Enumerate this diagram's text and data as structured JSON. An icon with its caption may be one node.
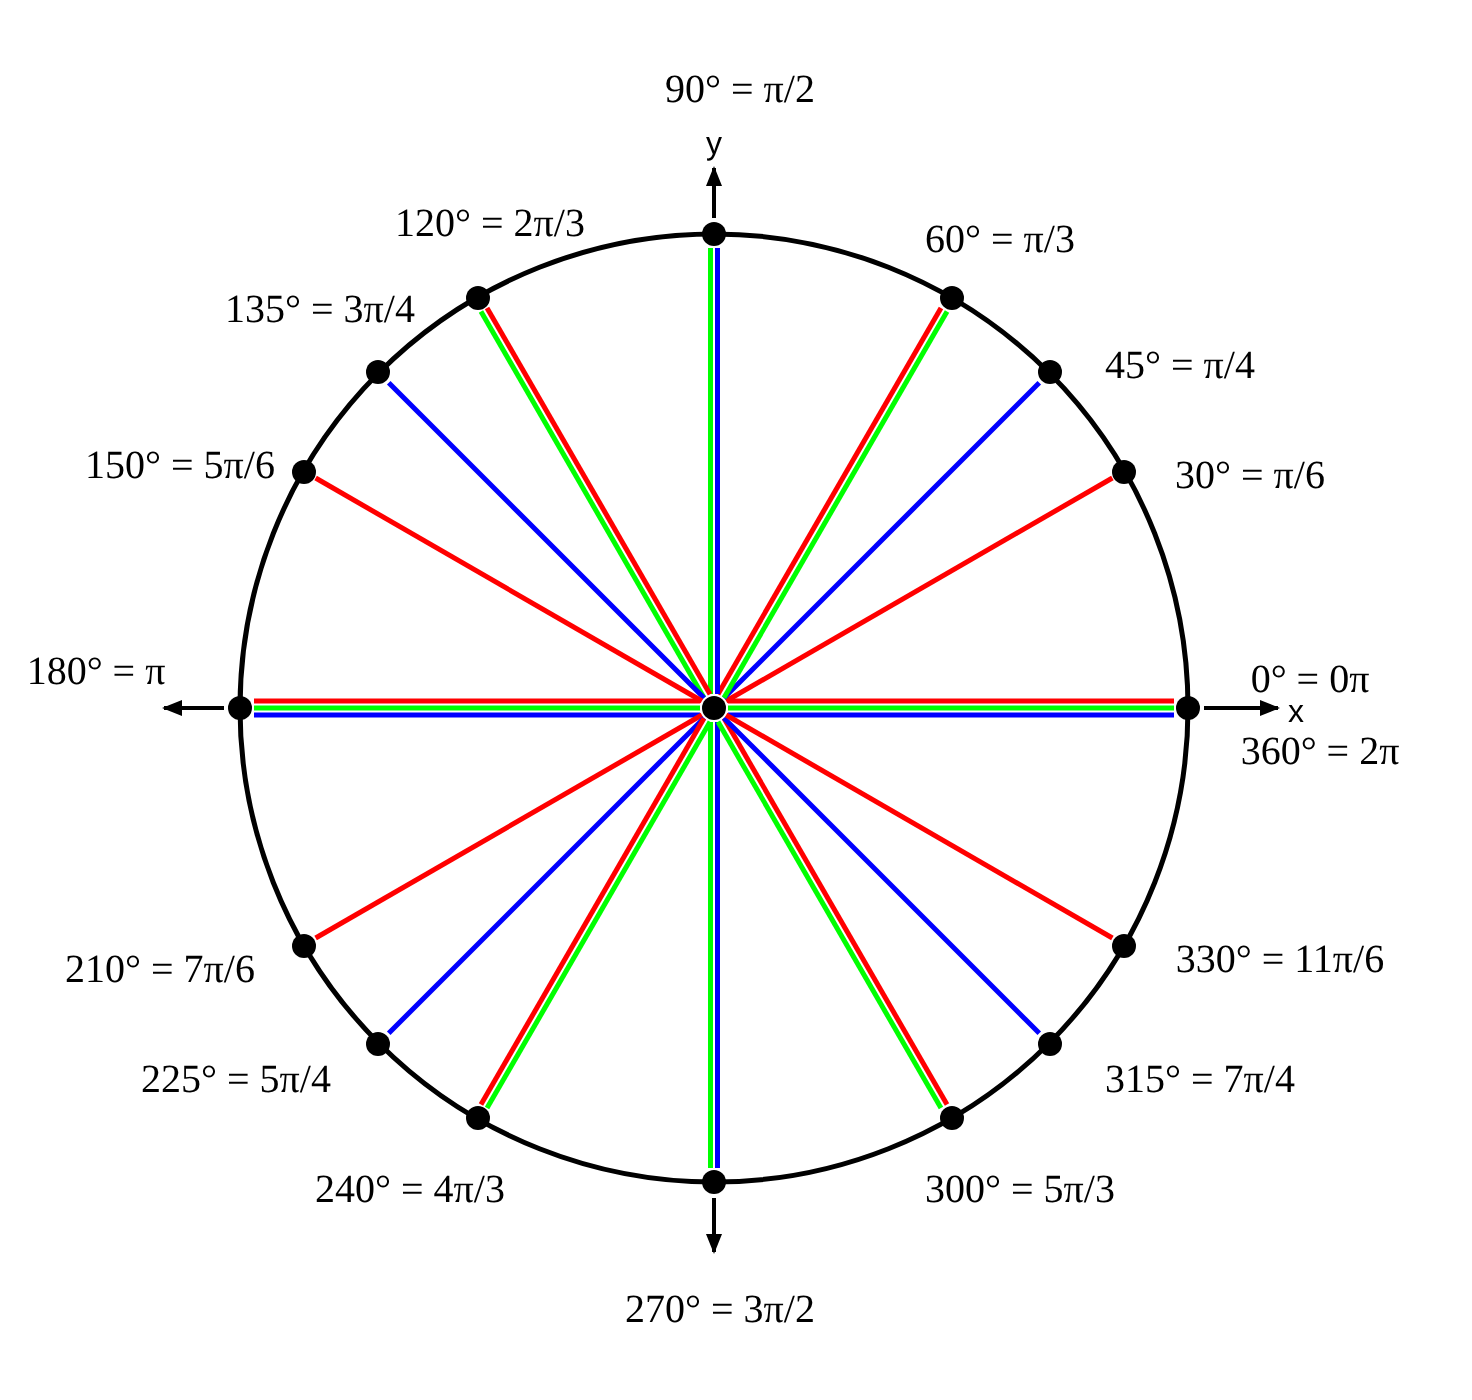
{
  "diagram": {
    "nodes": [
      {
        "text": [],
        "shape": "circle"
      },
      {
        "text": [],
        "shape": "circle",
        "beside": [
          "0° = 0π",
          "360° = 2π"
        ]
      },
      {
        "text": [],
        "shape": "circle",
        "beside": [
          "30° = π/6"
        ]
      },
      {
        "text": [],
        "shape": "circle",
        "beside": [
          "45° = π/4"
        ]
      },
      {
        "text": [],
        "shape": "circle",
        "beside": [
          "60° = π/3"
        ]
      },
      {
        "text": [],
        "shape": "circle",
        "beside": [
          "90° = π/2"
        ]
      },
      {
        "text": [],
        "shape": "circle",
        "beside": [
          "120° = 2π/3"
        ]
      },
      {
        "text": [],
        "shape": "circle",
        "beside": [
          "135° = 3π/4"
        ]
      },
      {
        "text": [],
        "shape": "circle",
        "beside": [
          "150° = 5π/6"
        ]
      },
      {
        "text": [],
        "shape": "circle",
        "beside": [
          "180° = π"
        ]
      },
      {
        "text": [],
        "shape": "circle",
        "beside": [
          "210° = 7π/6"
        ]
      },
      {
        "text": [],
        "shape": "circle",
        "beside": [
          "225° = 5π/4"
        ]
      },
      {
        "text": [],
        "shape": "circle",
        "beside": [
          "240° = 4π/3"
        ]
      },
      {
        "text": [],
        "shape": "circle",
        "beside": [
          "270° = 3π/2"
        ]
      },
      {
        "text": [],
        "shape": "circle",
        "beside": [
          "300° = 5π/3"
        ]
      },
      {
        "text": [],
        "shape": "circle",
        "beside": [
          "315° = 7π/4"
        ]
      },
      {
        "text": [],
        "shape": "circle",
        "beside": [
          "330° = 11π/6"
        ]
      }
    ],
    "edges": [
      {
        "from": 0,
        "to": 1,
        "arrow": "none",
        "color": "#ff0000"
      },
      {
        "from": 0,
        "to": 1,
        "arrow": "none",
        "color": "#00ff00"
      },
      {
        "from": 0,
        "to": 1,
        "arrow": "none",
        "color": "#0000ff"
      },
      {
        "from": 0,
        "to": 2,
        "arrow": "none",
        "color": "#ff0000"
      },
      {
        "from": 0,
        "to": 3,
        "arrow": "none",
        "color": "#0000ff"
      },
      {
        "from": 0,
        "to": 4,
        "arrow": "none",
        "color": "#ff0000"
      },
      {
        "from": 0,
        "to": 4,
        "arrow": "none",
        "color": "#00ff00"
      },
      {
        "from": 0,
        "to": 5,
        "arrow": "none",
        "color": "#00ff00"
      },
      {
        "from": 0,
        "to": 5,
        "arrow": "none",
        "color": "#0000ff"
      },
      {
        "from": 0,
        "to": 6,
        "arrow": "none",
        "color": "#ff0000"
      },
      {
        "from": 0,
        "to": 6,
        "arrow": "none",
        "color": "#00ff00"
      },
      {
        "from": 0,
        "to": 7,
        "arrow": "none",
        "color": "#0000ff"
      },
      {
        "from": 0,
        "to": 8,
        "arrow": "none",
        "color": "#ff0000"
      },
      {
        "from": 0,
        "to": 9,
        "arrow": "none",
        "color": "#ff0000"
      },
      {
        "from": 0,
        "to": 9,
        "arrow": "none",
        "color": "#00ff00"
      },
      {
        "from": 0,
        "to": 9,
        "arrow": "none",
        "color": "#0000ff"
      },
      {
        "from": 0,
        "to": 10,
        "arrow": "none",
        "color": "#ff0000"
      },
      {
        "from": 0,
        "to": 11,
        "arrow": "none",
        "color": "#0000ff"
      },
      {
        "from": 0,
        "to": 12,
        "arrow": "none",
        "color": "#ff0000"
      },
      {
        "from": 0,
        "to": 12,
        "arrow": "none",
        "color": "#00ff00"
      },
      {
        "from": 0,
        "to": 13,
        "arrow": "none",
        "color": "#00ff00"
      },
      {
        "from": 0,
        "to": 13,
        "arrow": "none",
        "color": "#0000ff"
      },
      {
        "from": 0,
        "to": 14,
        "arrow": "none",
        "color": "#ff0000"
      },
      {
        "from": 0,
        "to": 14,
        "arrow": "none",
        "color": "#00ff00"
      },
      {
        "from": 0,
        "to": 15,
        "arrow": "none",
        "color": "#0000ff"
      },
      {
        "from": 0,
        "to": 16,
        "arrow": "none",
        "color": "#ff0000"
      }
    ],
    "labels": [
      "y",
      "x"
    ]
  }
}
